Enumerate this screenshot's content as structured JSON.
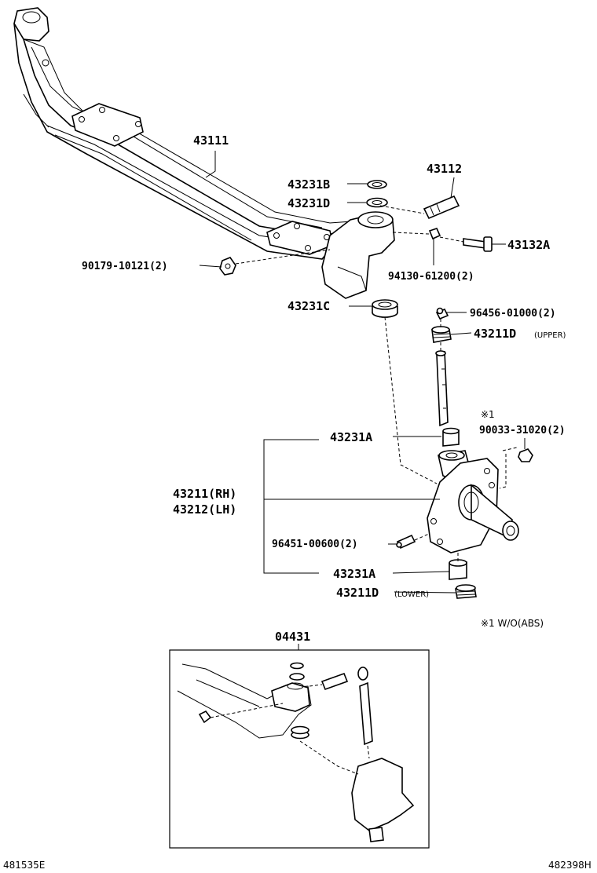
{
  "labels": {
    "beam": "43111",
    "pin": "43112",
    "shim_b": "43231B",
    "shim_d": "43231D",
    "bolt": "43132A",
    "nut_left": "90179-10121(2)",
    "nut_right": "94130-61200(2)",
    "seal_c": "43231C",
    "grease_upper": "96456-01000(2)",
    "cap_upper_code": "43211D",
    "cap_upper_note": "(UPPER)",
    "bush_upper": "43231A",
    "knuckle_rh": "43211(RH)",
    "knuckle_lh": "43212(LH)",
    "nut_abs_mark": "※1",
    "nut_abs": "90033-31020(2)",
    "grease_lower": "96451-00600(2)",
    "bush_lower": "43231A",
    "cap_lower_code": "43211D",
    "cap_lower_note": "(LOWER)",
    "footnote": "※1  W/O(ABS)",
    "kit": "04431"
  },
  "footer": {
    "left_code": "481535E",
    "right_code": "482398H"
  }
}
